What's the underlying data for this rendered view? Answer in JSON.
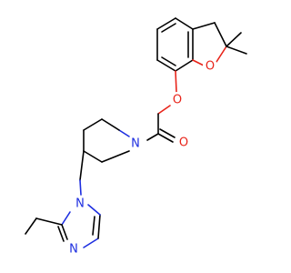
{
  "structure": {
    "atoms": {
      "carbonyl_oxygen": "O",
      "ether_oxygen": "O",
      "ring_oxygen": "O",
      "piperidine_nitrogen": "N",
      "imidazole_n1": "N",
      "imidazole_n3": "N"
    },
    "colors": {
      "carbon_bond": "#000000",
      "oxygen": "#e8241a",
      "nitrogen": "#1d2ee0",
      "background": "#ffffff"
    }
  }
}
